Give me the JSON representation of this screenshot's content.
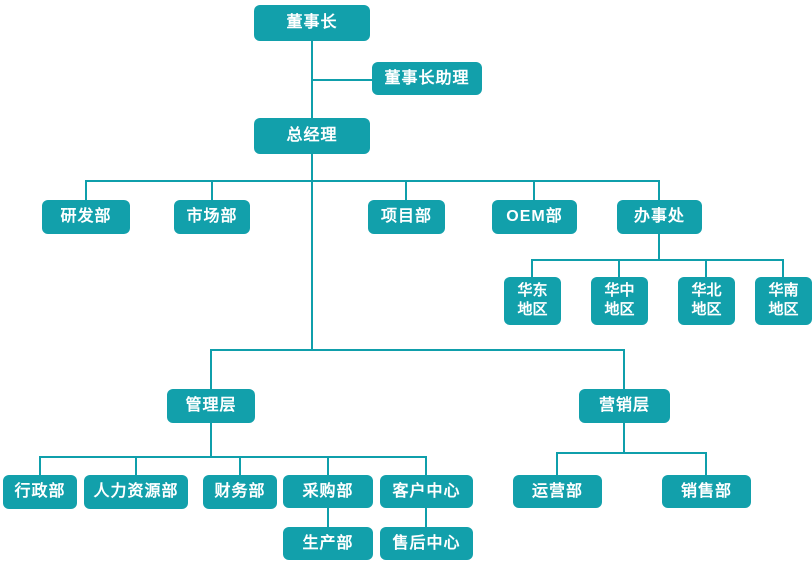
{
  "colors": {
    "node_fill": "#12a0ab",
    "node_text": "#ffffff",
    "line_color": "#0f9fab",
    "canvas_bg": "#ffffff"
  },
  "org": {
    "type": "org-chart",
    "nodes": {
      "chairman": {
        "label": "董事长",
        "parent": null
      },
      "chairman_assistant": {
        "label": "董事长助理",
        "parent": "董事长"
      },
      "general_manager": {
        "label": "总经理",
        "parent": "董事长"
      },
      "rd_dept": {
        "label": "研发部",
        "parent": "总经理"
      },
      "marketing_dept": {
        "label": "市场部",
        "parent": "总经理"
      },
      "project_dept": {
        "label": "项目部",
        "parent": "总经理"
      },
      "oem_dept": {
        "label": "OEM部",
        "parent": "总经理"
      },
      "offices": {
        "label": "办事处",
        "parent": "总经理"
      },
      "east_china": {
        "label": "华东\n地区",
        "parent": "办事处"
      },
      "central_china": {
        "label": "华中\n地区",
        "parent": "办事处"
      },
      "north_china": {
        "label": "华北\n地区",
        "parent": "办事处"
      },
      "south_china": {
        "label": "华南\n地区",
        "parent": "办事处"
      },
      "management_layer": {
        "label": "管理层",
        "parent": "总经理"
      },
      "sales_layer": {
        "label": "营销层",
        "parent": "总经理"
      },
      "admin_dept": {
        "label": "行政部",
        "parent": "管理层"
      },
      "hr_dept": {
        "label": "人力资源部",
        "parent": "管理层"
      },
      "finance_dept": {
        "label": "财务部",
        "parent": "管理层"
      },
      "purchasing_dept": {
        "label": "采购部",
        "parent": "管理层"
      },
      "customer_center": {
        "label": "客户中心",
        "parent": "管理层"
      },
      "production_dept": {
        "label": "生产部",
        "parent": "采购部"
      },
      "aftersales_center": {
        "label": "售后中心",
        "parent": "客户中心"
      },
      "operations_dept": {
        "label": "运营部",
        "parent": "营销层"
      },
      "sales_dept": {
        "label": "销售部",
        "parent": "营销层"
      }
    }
  }
}
